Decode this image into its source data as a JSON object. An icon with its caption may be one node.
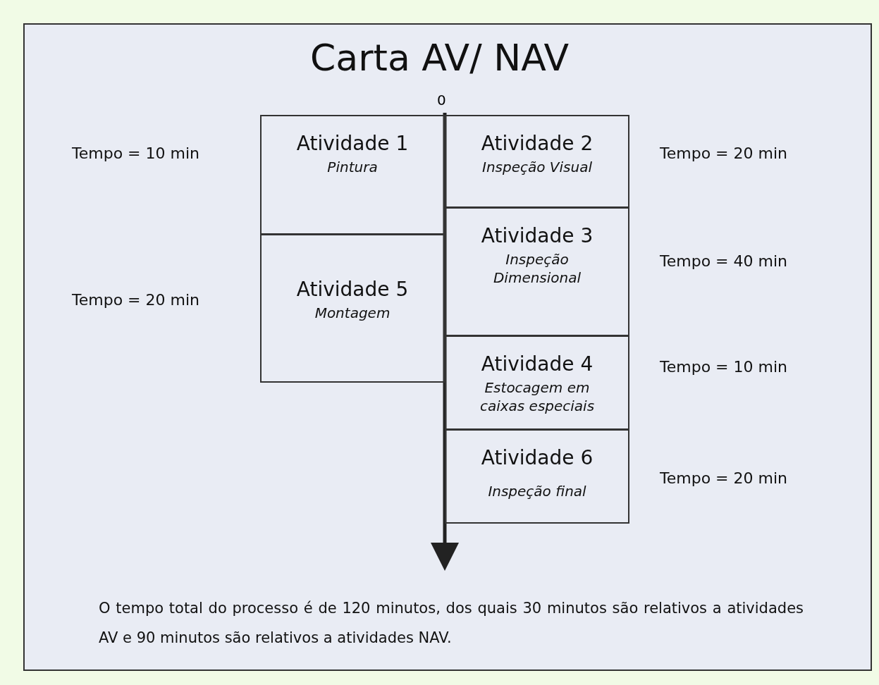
{
  "diagram": {
    "title": "Carta AV/ NAV",
    "nodes": [
      {
        "text": [
          "Atividade 1",
          "Pintura"
        ],
        "beside": [
          "Tempo = 10 min"
        ]
      },
      {
        "text": [
          "Atividade 2",
          "Inspeção Visual"
        ],
        "beside": [
          "Tempo = 20 min"
        ]
      },
      {
        "text": [
          "Atividade 3",
          "Inspeção Dimensional"
        ],
        "beside": [
          "Tempo = 40 min"
        ]
      },
      {
        "text": [
          "Atividade 5",
          "Montagem"
        ],
        "beside": [
          "Tempo = 20 min"
        ]
      },
      {
        "text": [
          "Atividade 4",
          "Estocagem em caixas especiais"
        ],
        "beside": [
          "Tempo = 10 min"
        ]
      },
      {
        "text": [
          "Atividade 6",
          "Inspeção final"
        ],
        "beside": [
          "Tempo = 20 min"
        ]
      }
    ],
    "edges": [],
    "labels": [
      "0"
    ],
    "caption": "O tempo total do processo é de 120 minutos, dos quais 30 minutos são relativos a atividades AV e 90 minutos são relativos a atividades NAV."
  }
}
